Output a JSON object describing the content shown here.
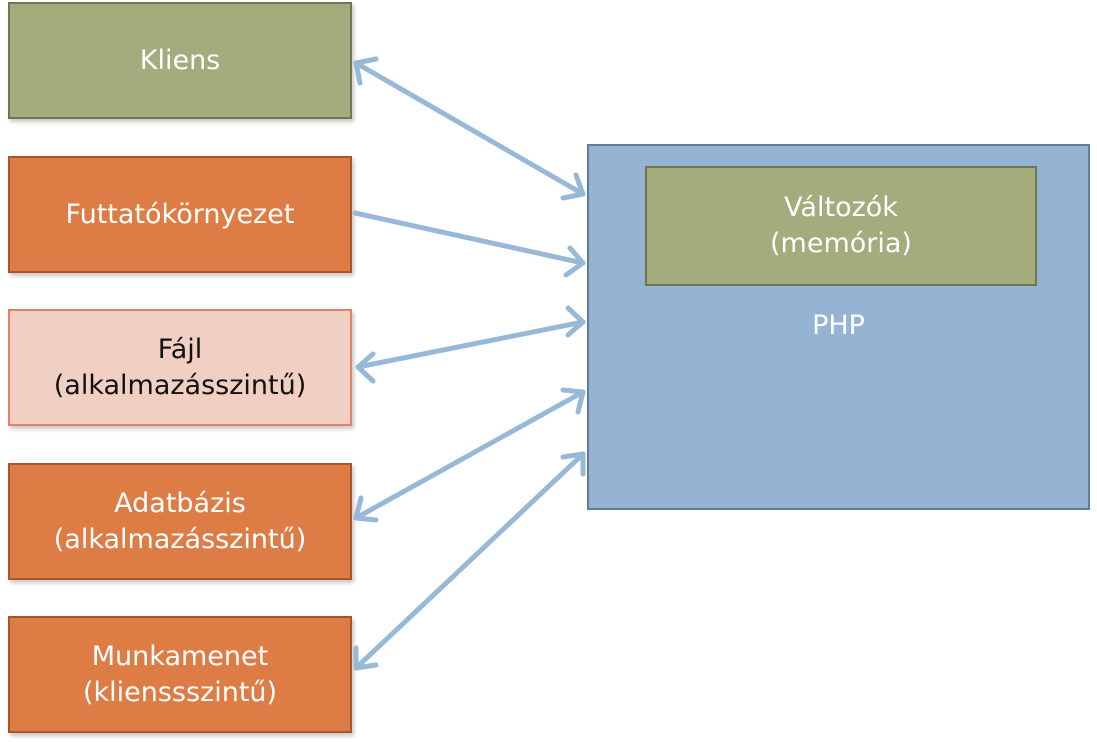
{
  "boxes": {
    "kliens": {
      "line1": "Kliens"
    },
    "futtato": {
      "line1": "Futtatókörnyezet"
    },
    "fajl": {
      "line1": "Fájl",
      "line2": "(alkalmazásszintű)"
    },
    "adatbazis": {
      "line1": "Adatbázis",
      "line2": "(alkalmazásszintű)"
    },
    "munkamenet": {
      "line1": "Munkamenet",
      "line2": "(klienssszintű)"
    },
    "php": {
      "label": "PHP"
    },
    "valtozok": {
      "line1": "Változók",
      "line2": "(memória)"
    }
  },
  "colors": {
    "green": "#a4ab7d",
    "orange": "#dd7d45",
    "pink": "#f2cfc3",
    "blue": "#95b4d4",
    "arrow": "#97b8d6"
  }
}
